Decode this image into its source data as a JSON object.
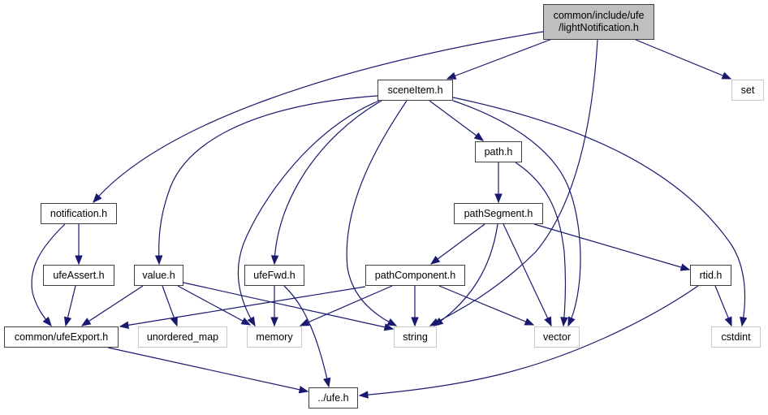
{
  "colors": {
    "edge": "#191970",
    "root_fill": "#bfbfbf",
    "local_border": "#404040",
    "system_border": "#c8c8c8"
  },
  "nodes": {
    "root": {
      "line1": "common/include/ufe",
      "line2": "/lightNotification.h",
      "kind": "root"
    },
    "set": {
      "label": "set",
      "kind": "system"
    },
    "sceneItem": {
      "label": "sceneItem.h",
      "kind": "local"
    },
    "path": {
      "label": "path.h",
      "kind": "local"
    },
    "pathSegment": {
      "label": "pathSegment.h",
      "kind": "local"
    },
    "pathComponent": {
      "label": "pathComponent.h",
      "kind": "local"
    },
    "rtid": {
      "label": "rtid.h",
      "kind": "local"
    },
    "string": {
      "label": "string",
      "kind": "system"
    },
    "vector": {
      "label": "vector",
      "kind": "system"
    },
    "cstdint": {
      "label": "cstdint",
      "kind": "system"
    },
    "notification": {
      "label": "notification.h",
      "kind": "local"
    },
    "ufeAssert": {
      "label": "ufeAssert.h",
      "kind": "local"
    },
    "value": {
      "label": "value.h",
      "kind": "local"
    },
    "ufeFwd": {
      "label": "ufeFwd.h",
      "kind": "local"
    },
    "ufeExport": {
      "label": "common/ufeExport.h",
      "kind": "local"
    },
    "unordered_map": {
      "label": "unordered_map",
      "kind": "system"
    },
    "memory": {
      "label": "memory",
      "kind": "system"
    },
    "ufe": {
      "label": "../ufe.h",
      "kind": "local"
    }
  },
  "edges": [
    {
      "from": "root",
      "to": "sceneItem"
    },
    {
      "from": "root",
      "to": "notification"
    },
    {
      "from": "root",
      "to": "string"
    },
    {
      "from": "root",
      "to": "set"
    },
    {
      "from": "sceneItem",
      "to": "value"
    },
    {
      "from": "sceneItem",
      "to": "memory"
    },
    {
      "from": "sceneItem",
      "to": "ufeFwd"
    },
    {
      "from": "sceneItem",
      "to": "string"
    },
    {
      "from": "sceneItem",
      "to": "path"
    },
    {
      "from": "sceneItem",
      "to": "vector"
    },
    {
      "from": "sceneItem",
      "to": "cstdint"
    },
    {
      "from": "path",
      "to": "pathSegment"
    },
    {
      "from": "path",
      "to": "vector"
    },
    {
      "from": "pathSegment",
      "to": "pathComponent"
    },
    {
      "from": "pathSegment",
      "to": "string"
    },
    {
      "from": "pathSegment",
      "to": "vector"
    },
    {
      "from": "pathSegment",
      "to": "rtid"
    },
    {
      "from": "pathComponent",
      "to": "ufeExport"
    },
    {
      "from": "pathComponent",
      "to": "memory"
    },
    {
      "from": "pathComponent",
      "to": "string"
    },
    {
      "from": "pathComponent",
      "to": "vector"
    },
    {
      "from": "rtid",
      "to": "ufe"
    },
    {
      "from": "rtid",
      "to": "cstdint"
    },
    {
      "from": "notification",
      "to": "ufeAssert"
    },
    {
      "from": "notification",
      "to": "ufeExport"
    },
    {
      "from": "ufeAssert",
      "to": "ufeExport"
    },
    {
      "from": "value",
      "to": "ufeExport"
    },
    {
      "from": "value",
      "to": "unordered_map"
    },
    {
      "from": "value",
      "to": "memory"
    },
    {
      "from": "value",
      "to": "string"
    },
    {
      "from": "ufeFwd",
      "to": "memory"
    },
    {
      "from": "ufeFwd",
      "to": "ufe"
    },
    {
      "from": "ufeExport",
      "to": "ufe"
    }
  ]
}
